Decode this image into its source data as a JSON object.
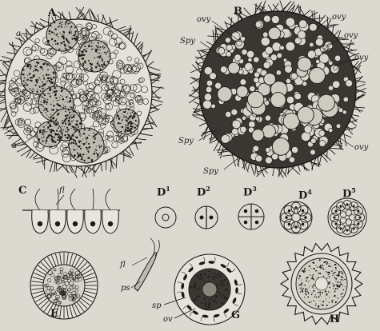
{
  "figure_labels": {
    "A": "A",
    "B": "B",
    "C": "C",
    "D1": "D",
    "D1_sup": "1",
    "D2": "D",
    "D2_sup": "2",
    "D3": "D",
    "D3_sup": "3",
    "D4": "D",
    "D4_sup": "4",
    "D5": "D",
    "D5_sup": "5",
    "E": "E",
    "G": "G",
    "H": "H"
  },
  "annotations": {
    "a_upper": "a",
    "a_lower": "a",
    "ovy_1": "ovy",
    "ovy_2": "ovy",
    "ovy_3": "ovy",
    "ovy_4": "ovy",
    "ovy_5": "ovy",
    "spy_1": "Spy",
    "spy_2": "Spy",
    "spy_3": "Spy",
    "fl_C": "fl",
    "fl_F": "fl",
    "ps": "ps",
    "sp": "sp",
    "ov": "ov"
  },
  "palette": {
    "paper": "#dcd9d0",
    "ink": "#1a1a1a",
    "mid": "#555049"
  }
}
